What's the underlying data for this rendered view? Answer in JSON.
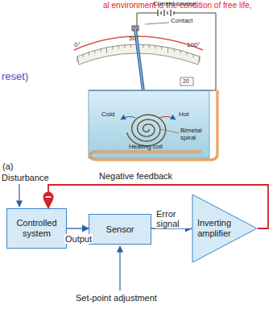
{
  "diagram": {
    "nodes": [
      {
        "text": [
          "Controlled system"
        ]
      },
      {
        "text": [
          "Sensor"
        ]
      },
      {
        "text": [
          "Inverting amplifier"
        ]
      }
    ],
    "edges": [
      {
        "from": 0,
        "to": 1,
        "arrow": "to",
        "label": "Output"
      },
      {
        "from": 1,
        "to": 2,
        "arrow": "to",
        "label": "Error signal"
      },
      {
        "from": 2,
        "to": 0,
        "arrow": "to",
        "label": "Negative feedback"
      }
    ],
    "labels": [
      "al environment is the condition of free life,",
      "reset)",
      "Current source",
      "Contact",
      "0°",
      "50°",
      "100°",
      "20",
      "Cold",
      "Hot",
      "Bimetal spiral",
      "Heating coil",
      "(a)",
      "Disturbance",
      "Set-point adjustment"
    ]
  }
}
